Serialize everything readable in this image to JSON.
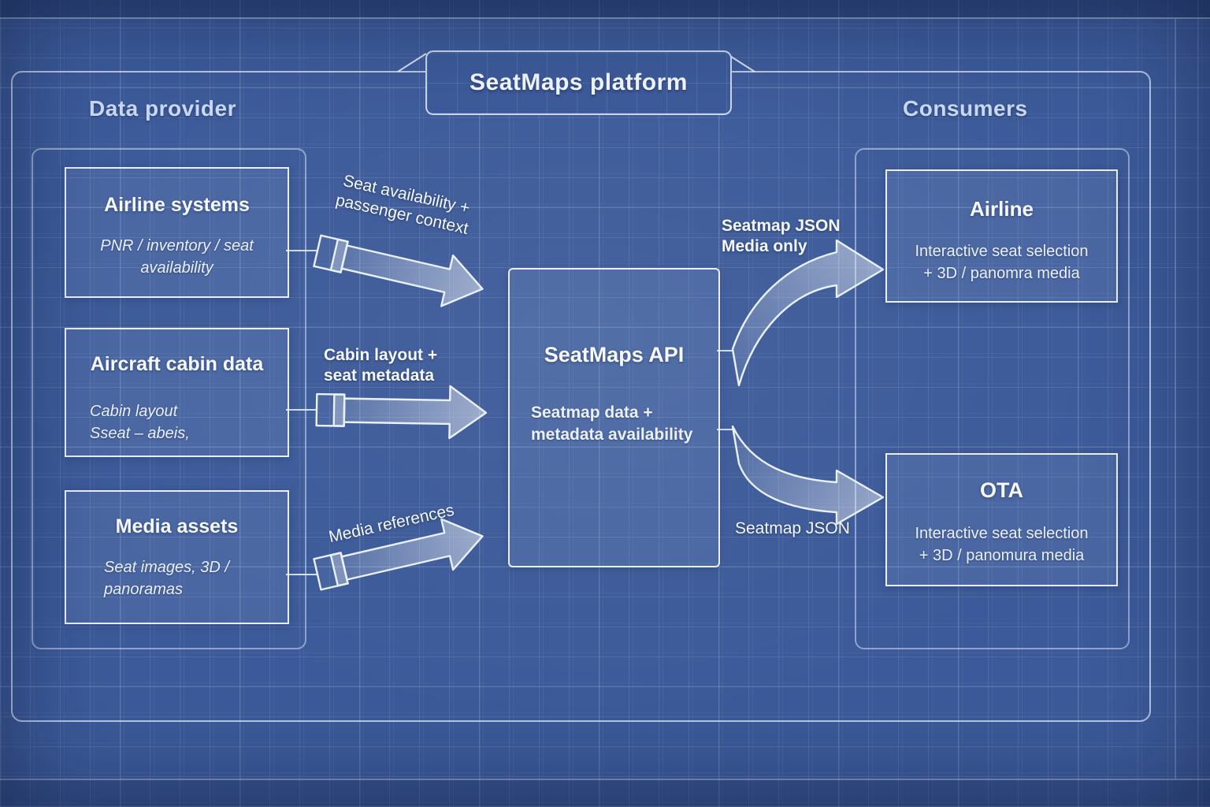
{
  "diagram": {
    "title": "SeatMaps platform",
    "left_header": "Data provider",
    "right_header": "Consumers"
  },
  "providers": {
    "airline_systems": {
      "title": "Airline systems",
      "line1": "PNR / inventory / seat",
      "line2": "availability"
    },
    "aircraft_cabin": {
      "title": "Aircraft cabin data",
      "line1": "Cabin layout",
      "line2": "Sseat – abeis,"
    },
    "media_assets": {
      "title": "Media assets",
      "line1": "Seat images, 3D /",
      "line2": "panoramas"
    }
  },
  "api": {
    "title": "SeatMaps API",
    "line1": "Seatmap data +",
    "line2": "metadata availability"
  },
  "consumers": {
    "airline": {
      "title": "Airline",
      "line1": "Interactive seat selection",
      "line2": "+ 3D / panomra media"
    },
    "ota": {
      "title": "OTA",
      "line1": "Interactive seat selection",
      "line2": "+ 3D / panomura media"
    }
  },
  "arrows": {
    "seat_availability": {
      "line1": "Seat availability +",
      "line2": "passenger context"
    },
    "cabin_layout": {
      "line1": "Cabin layout +",
      "line2": "seat metadata"
    },
    "media_references": {
      "label": "Media references"
    },
    "seatmap_json_media": {
      "line1": "Seatmap JSON",
      "line2": "Media only"
    },
    "seatmap_json": {
      "label": "Seatmap JSON"
    }
  },
  "colors": {
    "background": "#3c5a99",
    "grid_line": "#c6d7f5",
    "stroke": "#e9f1fd",
    "text": "#f2f6ff",
    "header_text": "#c9d9f2"
  }
}
